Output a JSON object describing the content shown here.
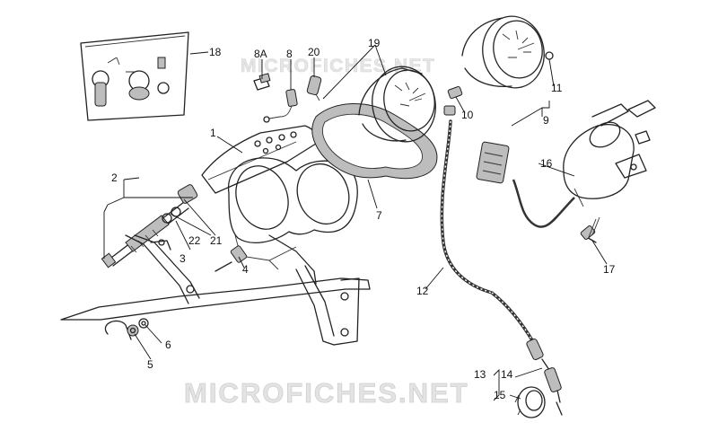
{
  "watermark": "MICROFICHES.NET",
  "callouts": {
    "c1": "1",
    "c2": "2",
    "c3": "3",
    "c4": "4",
    "c5": "5",
    "c6": "6",
    "c7": "7",
    "c8": "8",
    "c8a": "8A",
    "c9": "9",
    "c10": "10",
    "c11": "11",
    "c12": "12",
    "c13": "13",
    "c14": "14",
    "c15": "15",
    "c16": "16",
    "c17": "17",
    "c18": "18",
    "c19": "19",
    "c20": "20",
    "c21": "21",
    "c22": "22"
  }
}
